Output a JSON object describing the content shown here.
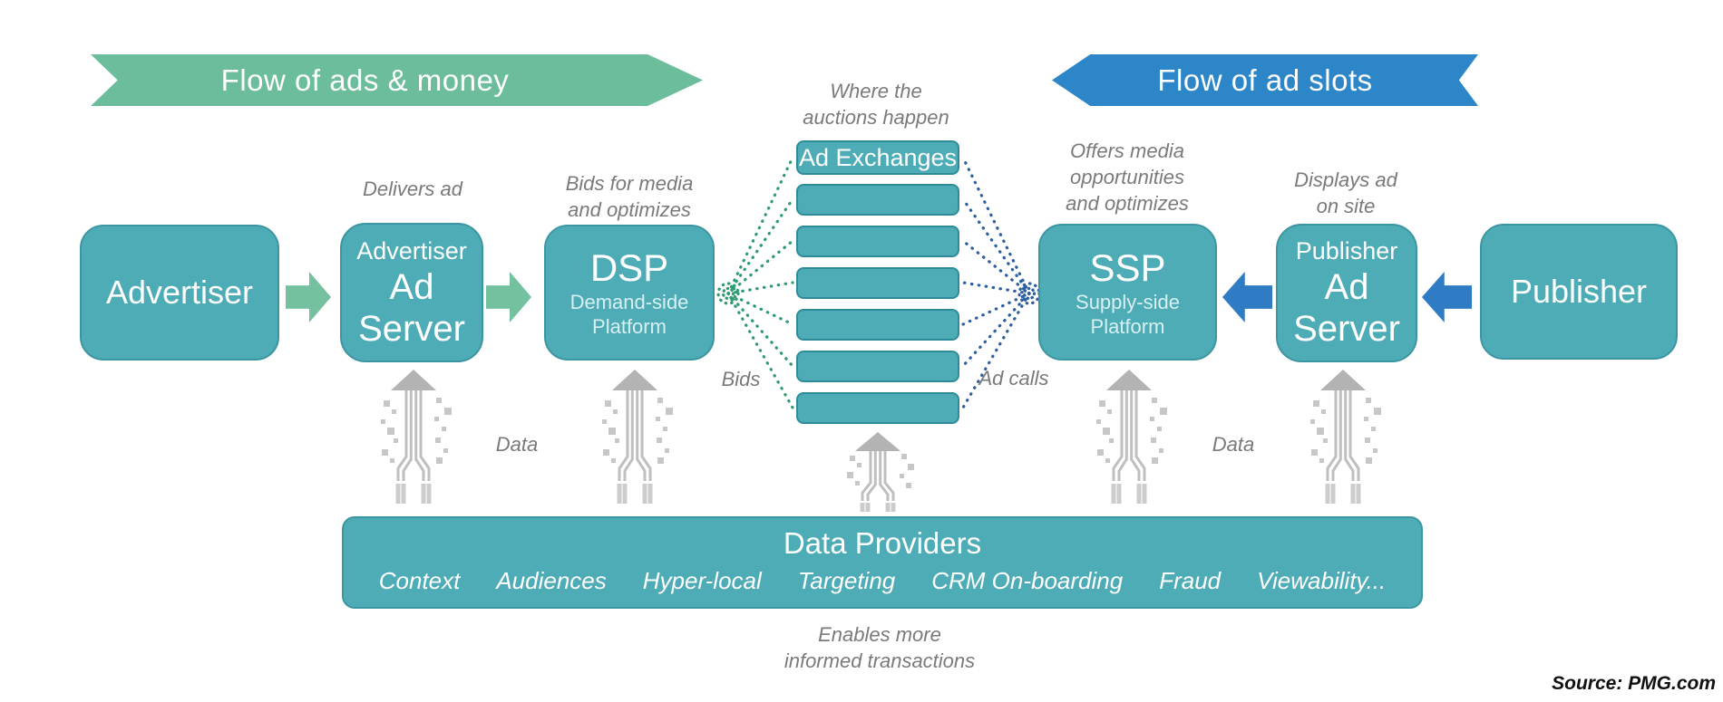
{
  "banners": {
    "flow_of_ads_and_money": "Flow of ads & money",
    "flow_of_ad_slots": "Flow of ad slots"
  },
  "nodes": {
    "advertiser": {
      "label": "Advertiser"
    },
    "advertiser_ad_server": {
      "lines": [
        "Advertiser",
        "Ad",
        "Server"
      ]
    },
    "dsp": {
      "title": "DSP",
      "subtitle_lines": [
        "Demand-side",
        "Platform"
      ]
    },
    "ad_exchanges": {
      "title": "Ad Exchanges",
      "blank_row_count": 6
    },
    "ssp": {
      "title": "SSP",
      "subtitle_lines": [
        "Supply-side",
        "Platform"
      ]
    },
    "publisher_ad_server": {
      "lines": [
        "Publisher",
        "Ad",
        "Server"
      ]
    },
    "publisher": {
      "label": "Publisher"
    },
    "data_providers": {
      "title": "Data Providers",
      "items": [
        "Context",
        "Audiences",
        "Hyper-local",
        "Targeting",
        "CRM On-boarding",
        "Fraud",
        "Viewability..."
      ]
    }
  },
  "annotations": {
    "delivers_ad": {
      "lines": [
        "Delivers ad"
      ]
    },
    "bids_for_media": {
      "lines": [
        "Bids for media",
        "and optimizes"
      ]
    },
    "where_the_auctions_happen": {
      "lines": [
        "Where the",
        "auctions happen"
      ]
    },
    "offers_media": {
      "lines": [
        "Offers media",
        "opportunities",
        "and optimizes"
      ]
    },
    "displays_ad": {
      "lines": [
        "Displays ad",
        "on site"
      ]
    },
    "bids": "Bids",
    "ad_calls": "Ad calls",
    "data_left": "Data",
    "data_right": "Data",
    "enables_more": {
      "lines": [
        "Enables more",
        "informed transactions"
      ]
    }
  },
  "source": "Source: PMG.com",
  "colors": {
    "node_teal": "#4DACB6",
    "node_border": "#3C96A2",
    "banner_green": "#6CBD9B",
    "arrow_green": "#74C1A0",
    "banner_blue": "#2C86C8",
    "arrow_blue": "#2F7CC5",
    "fan_green": "#2F9B73",
    "fan_blue": "#2B5F9F",
    "data_arrow_gray": "#B3B3B3",
    "annotation_gray": "#7A7A7A"
  }
}
